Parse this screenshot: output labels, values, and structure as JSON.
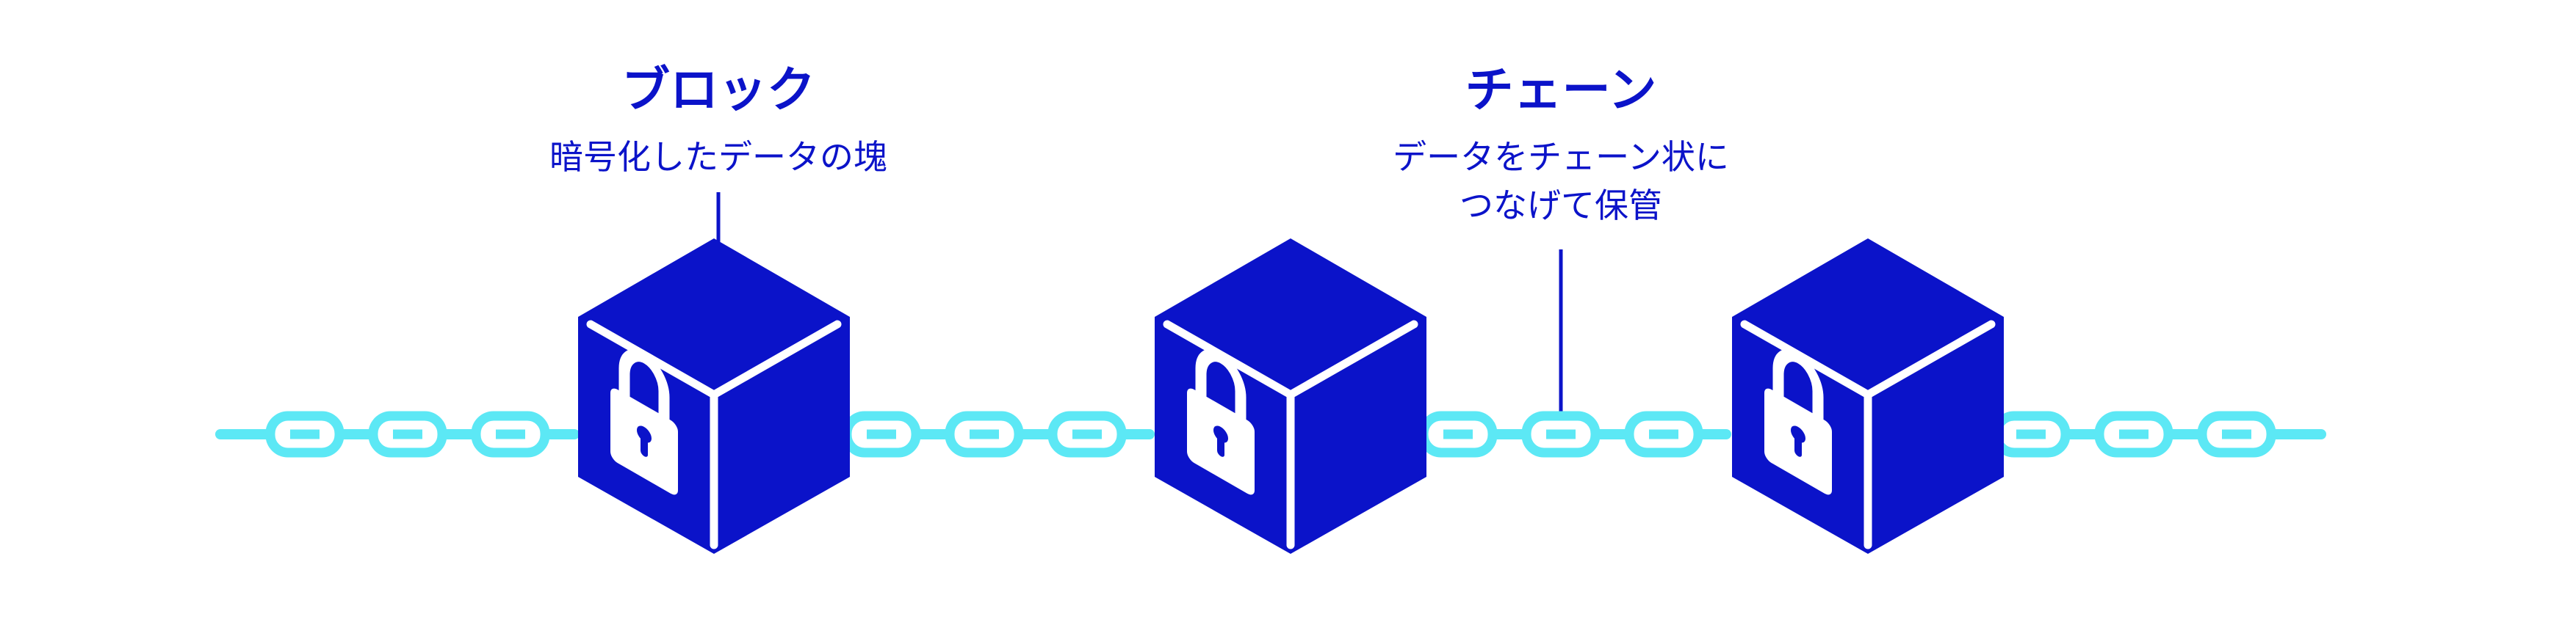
{
  "colors": {
    "cube": "#0b13c9",
    "chain": "#5ce8f5",
    "text": "#0b13c9",
    "background": "#ffffff"
  },
  "labels": {
    "block": {
      "title": "ブロック",
      "description": "暗号化したデータの塊"
    },
    "chain": {
      "title": "チェーン",
      "description_line1": "データをチェーン状に",
      "description_line2": "つなげて保管"
    }
  },
  "icons": {
    "block": "locked-cube-icon",
    "lock": "padlock-icon",
    "link": "chain-link-icon"
  }
}
